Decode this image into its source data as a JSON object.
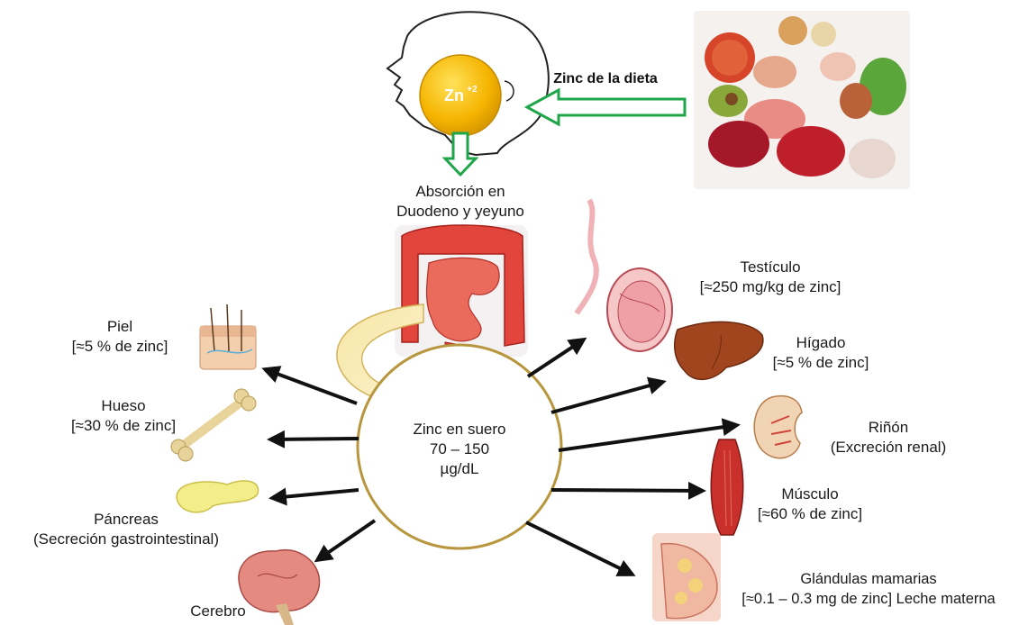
{
  "intake": {
    "ion_label": "Zn",
    "ion_charge": "+2",
    "diet_label": "Zinc de la dieta"
  },
  "absorption": {
    "line1": "Absorción en",
    "line2": "Duodeno y yeyuno"
  },
  "serum": {
    "line1": "Zinc en suero",
    "line2": "70 – 150",
    "line3": "µg/dL"
  },
  "organs": {
    "piel": {
      "name": "Piel",
      "detail": "[≈5 % de zinc]"
    },
    "hueso": {
      "name": "Hueso",
      "detail": "[≈30 % de zinc]"
    },
    "pancreas": {
      "name": "Páncreas",
      "detail": "(Secreción gastrointestinal)"
    },
    "cerebro": {
      "name": "Cerebro"
    },
    "testiculo": {
      "name": "Testículo",
      "detail": "[≈250 mg/kg de zinc]"
    },
    "higado": {
      "name": "Hígado",
      "detail": "[≈5 % de zinc]"
    },
    "rinon": {
      "name": "Riñón",
      "detail": "(Excreción renal)"
    },
    "musculo": {
      "name": "Músculo",
      "detail": "[≈60 % de zinc]"
    },
    "mamarias": {
      "name": "Glándulas mamarias",
      "detail": "[≈0.1 – 0.3 mg de zinc] Leche materna"
    }
  },
  "colors": {
    "circle_border": "#b8963e",
    "green_arrow": "#1fa64a",
    "gold": "#f5b400",
    "curve_arrow": "#f3dc8a"
  }
}
